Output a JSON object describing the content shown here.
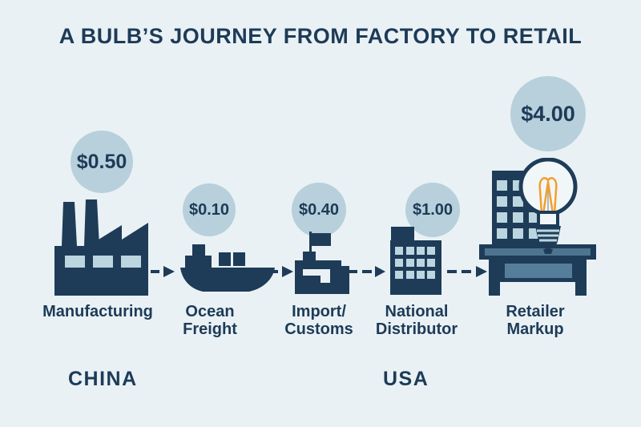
{
  "title": "A BULB’S JOURNEY FROM FACTORY TO RETAIL",
  "stages": [
    {
      "id": "manufacturing",
      "price": "$0.50",
      "label": "Manufacturing",
      "icon": "factory-icon"
    },
    {
      "id": "ocean-freight",
      "price": "$0.10",
      "label": "Ocean\nFreight",
      "icon": "cargo-ship-icon"
    },
    {
      "id": "import-customs",
      "price": "$0.40",
      "label": "Import/\nCustoms",
      "icon": "customs-building-icon"
    },
    {
      "id": "national-distributor",
      "price": "$1.00",
      "label": "National\nDistributor",
      "icon": "office-building-icon"
    },
    {
      "id": "retailer-markup",
      "price": "$4.00",
      "label": "Retailer\nMarkup",
      "icon": "bulb-on-table-icon"
    }
  ],
  "regions": [
    {
      "id": "china",
      "label": "CHINA"
    },
    {
      "id": "usa",
      "label": "USA"
    }
  ],
  "colors": {
    "background": "#e9f1f5",
    "navy": "#1e3c58",
    "bubble_fill": "#b8d0dc",
    "window_fill": "#bcd6e0",
    "steel": "#4e7490",
    "steel_light": "#567e9a",
    "bulb_glass": "#f1f7f9",
    "filament_orange": "#f59e2b"
  }
}
